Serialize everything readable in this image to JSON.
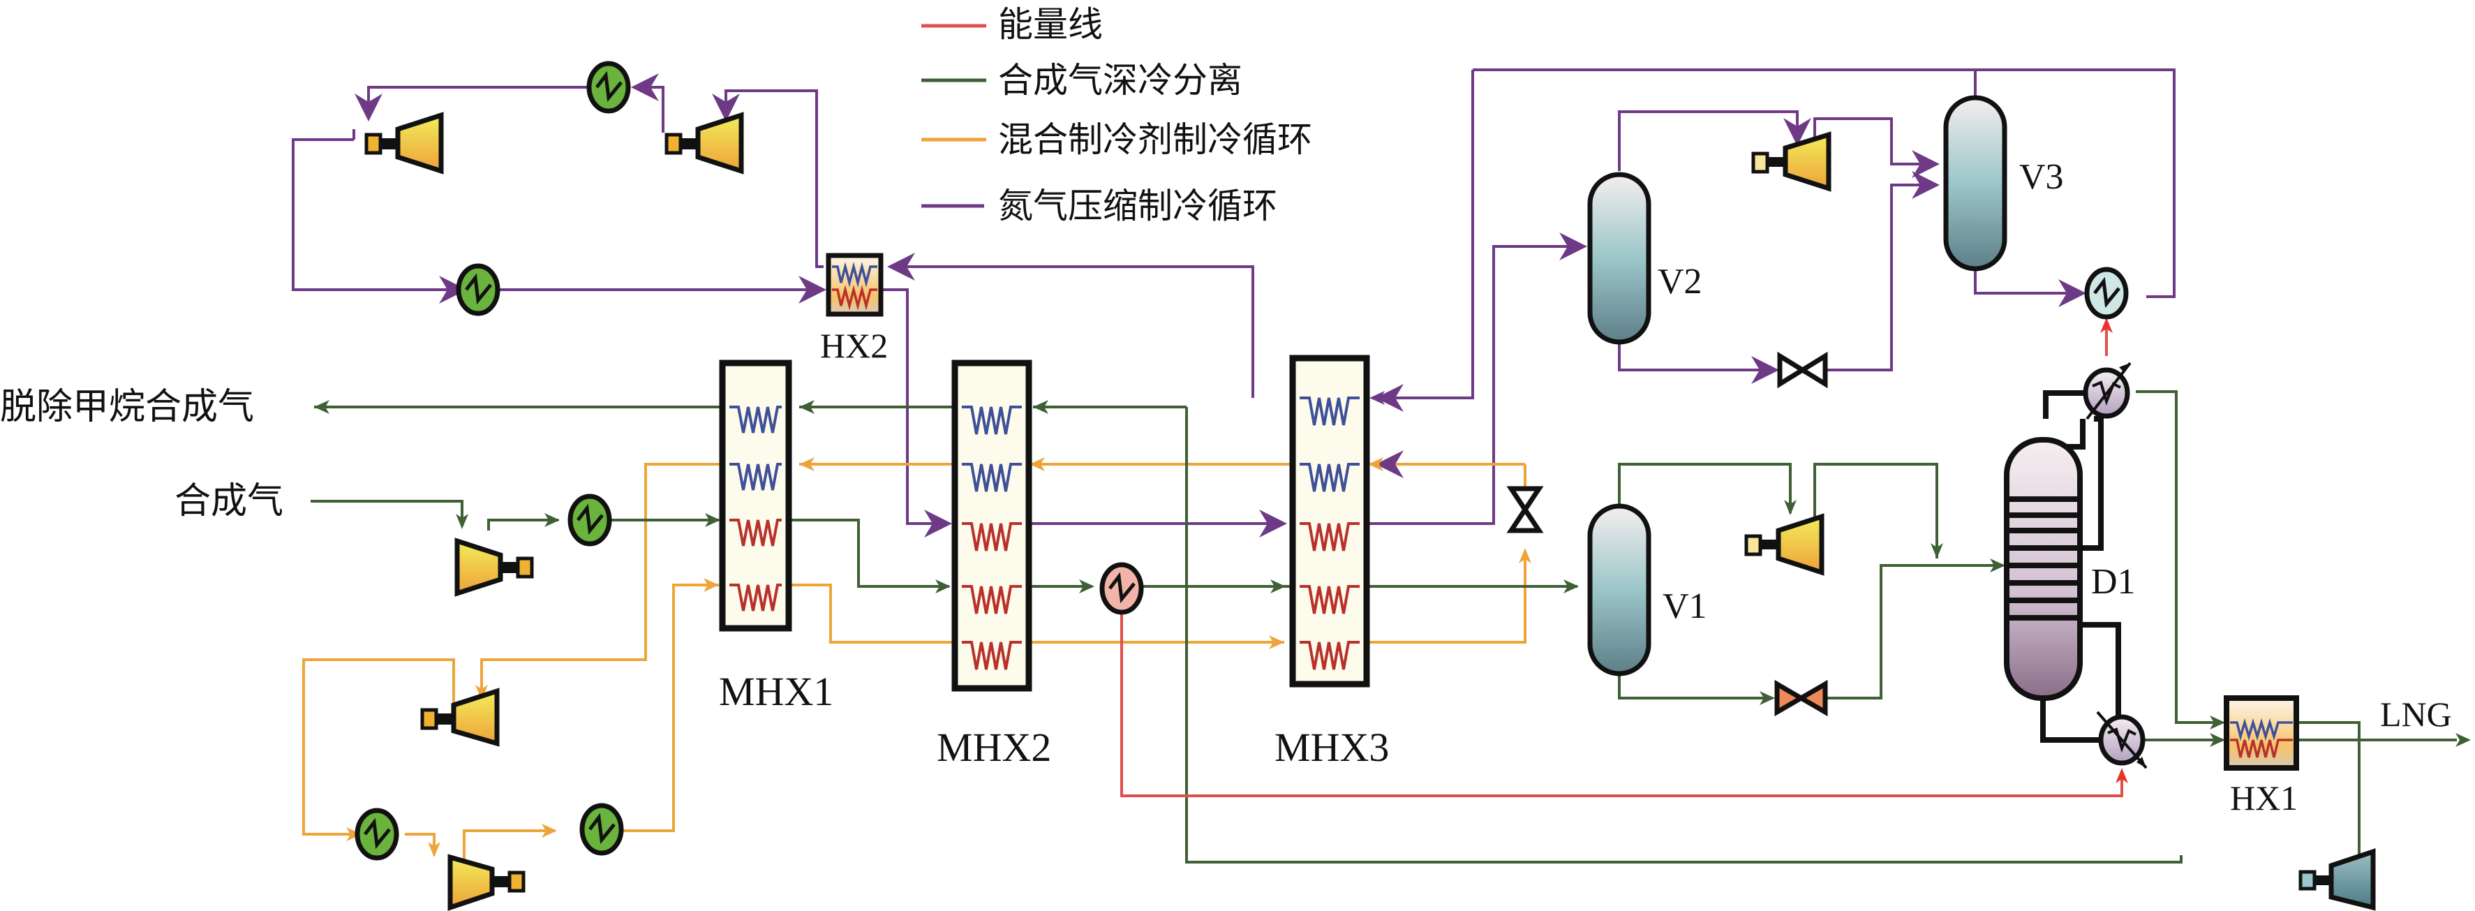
{
  "legend": [
    {
      "label": "能量线",
      "color": "#e0504a",
      "meaning": "energy line"
    },
    {
      "label": "合成气深冷分离",
      "color": "#3f5f35",
      "meaning": "syngas cryogenic separation"
    },
    {
      "label": "混合制冷剂制冷循环",
      "color": "#eda53a",
      "meaning": "mixed refrigerant cycle"
    },
    {
      "label": "氮气压缩制冷循环",
      "color": "#6e3a86",
      "meaning": "nitrogen compression refrigeration cycle"
    }
  ],
  "streams": {
    "outlet_demethanized": "脱除甲烷合成气",
    "inlet_syngas": "合成气",
    "product": "LNG"
  },
  "equipment": {
    "mhx1": "MHX1",
    "mhx2": "MHX2",
    "mhx3": "MHX3",
    "hx1": "HX1",
    "hx2": "HX2",
    "v1": "V1",
    "v2": "V2",
    "v3": "V3",
    "d1": "D1"
  },
  "colors": {
    "energy": "#e0504a",
    "syngas": "#3f5f35",
    "mixed_refrigerant": "#eda53a",
    "nitrogen": "#6e3a86",
    "hot_coil": "#b8312b",
    "cold_coil": "#3f4f98",
    "exchanger_fill": "#fdfcec",
    "cooler_fill": "#6ab33d",
    "heater_fill": "#f2b3a8"
  }
}
